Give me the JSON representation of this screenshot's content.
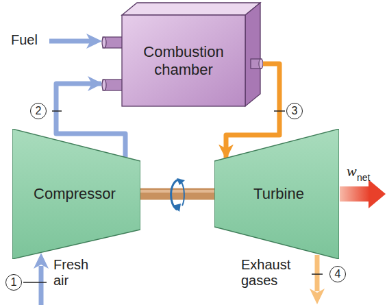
{
  "diagram": {
    "nodes": [
      {
        "text": [
          "Combustion chamber"
        ]
      },
      {
        "text": [
          "Compressor"
        ]
      },
      {
        "text": [
          "Turbine"
        ]
      }
    ],
    "edges": [
      {
        "from": 1,
        "to": 0,
        "arrow": "to"
      },
      {
        "from": 0,
        "to": 2,
        "arrow": "to"
      },
      {
        "from": 1,
        "to": 2,
        "arrow": "none"
      }
    ],
    "labels": [
      "Fuel",
      "2",
      "3",
      "w",
      "net",
      "Fresh air",
      "1",
      "Exhaust gases",
      "4"
    ]
  }
}
